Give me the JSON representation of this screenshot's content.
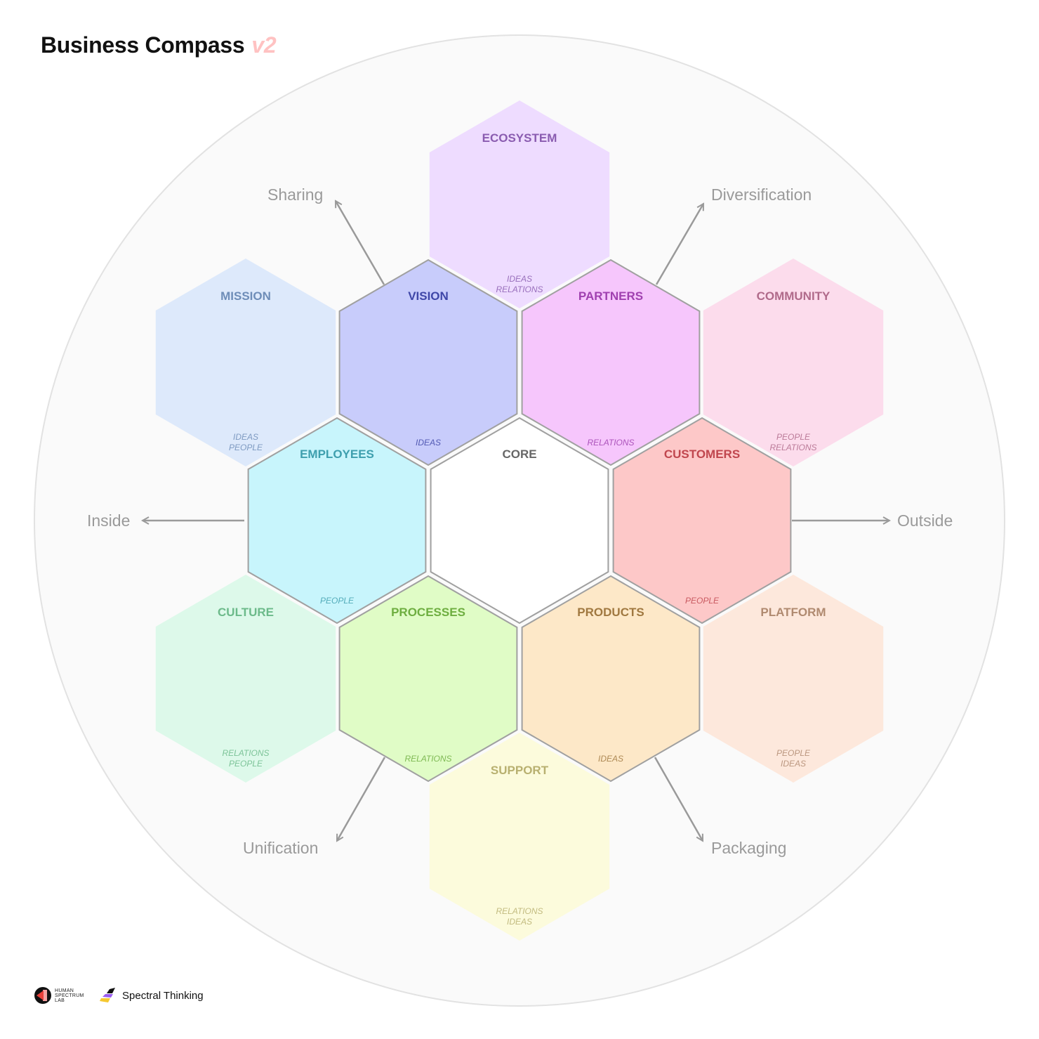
{
  "title": {
    "main": "Business Compass",
    "version": "v2"
  },
  "hexes": [
    {
      "id": "core",
      "title": "CORE",
      "tags": [],
      "fill": "#ffffff",
      "text": "#666666",
      "ring": "inner"
    },
    {
      "id": "vision",
      "title": "VISION",
      "tags": [
        "IDEAS"
      ],
      "fill": "#c8ccfb",
      "text": "#3f47a8",
      "ring": "inner"
    },
    {
      "id": "partners",
      "title": "PARTNERS",
      "tags": [
        "RELATIONS"
      ],
      "fill": "#f6c6fc",
      "text": "#a040b0",
      "ring": "inner"
    },
    {
      "id": "employees",
      "title": "EMPLOYEES",
      "tags": [
        "PEOPLE"
      ],
      "fill": "#c8f5fc",
      "text": "#3e9fae",
      "ring": "inner"
    },
    {
      "id": "customers",
      "title": "CUSTOMERS",
      "tags": [
        "PEOPLE"
      ],
      "fill": "#fdc8c8",
      "text": "#c0464e",
      "ring": "inner"
    },
    {
      "id": "processes",
      "title": "PROCESSES",
      "tags": [
        "RELATIONS"
      ],
      "fill": "#e0fcc6",
      "text": "#6eae40",
      "ring": "inner"
    },
    {
      "id": "products",
      "title": "PRODUCTS",
      "tags": [
        "IDEAS"
      ],
      "fill": "#fde8c8",
      "text": "#a07840",
      "ring": "inner"
    },
    {
      "id": "ecosystem",
      "title": "ECOSYSTEM",
      "tags": [
        "IDEAS",
        "RELATIONS"
      ],
      "fill": "#eedcff",
      "text": "#8a5cb0",
      "ring": "outer"
    },
    {
      "id": "mission",
      "title": "MISSION",
      "tags": [
        "IDEAS",
        "PEOPLE"
      ],
      "fill": "#dde9fb",
      "text": "#6e8db8",
      "ring": "outer"
    },
    {
      "id": "community",
      "title": "COMMUNITY",
      "tags": [
        "PEOPLE",
        "RELATIONS"
      ],
      "fill": "#fcdcec",
      "text": "#b06a8a",
      "ring": "outer"
    },
    {
      "id": "culture",
      "title": "CULTURE",
      "tags": [
        "RELATIONS",
        "PEOPLE"
      ],
      "fill": "#ddf9ea",
      "text": "#6cba8a",
      "ring": "outer"
    },
    {
      "id": "platform",
      "title": "PLATFORM",
      "tags": [
        "PEOPLE",
        "IDEAS"
      ],
      "fill": "#fde8dc",
      "text": "#b08a70",
      "ring": "outer"
    },
    {
      "id": "support",
      "title": "SUPPORT",
      "tags": [
        "RELATIONS",
        "IDEAS"
      ],
      "fill": "#fcfbdc",
      "text": "#b8b070",
      "ring": "outer"
    }
  ],
  "directions": [
    {
      "id": "sharing",
      "label": "Sharing"
    },
    {
      "id": "diversification",
      "label": "Diversification"
    },
    {
      "id": "inside",
      "label": "Inside"
    },
    {
      "id": "outside",
      "label": "Outside"
    },
    {
      "id": "unification",
      "label": "Unification"
    },
    {
      "id": "packaging",
      "label": "Packaging"
    }
  ],
  "logos": {
    "human_spectrum_lab": "HUMAN SPECTRUM LAB",
    "spectral_thinking": "Spectral Thinking"
  }
}
